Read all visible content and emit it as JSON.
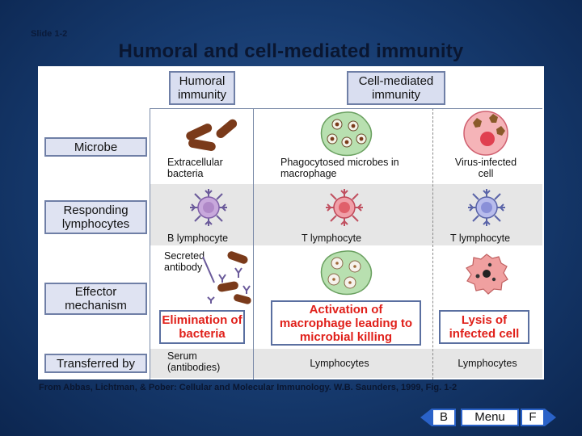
{
  "slide": {
    "label": "Slide 1-2",
    "title": "Humoral and cell-mediated immunity"
  },
  "headers": {
    "humoral": "Humoral immunity",
    "cell_mediated": "Cell-mediated immunity"
  },
  "rows": {
    "microbe": "Microbe",
    "responding": "Responding lymphocytes",
    "effector": "Effector mechanism",
    "transferred": "Transferred by"
  },
  "captions": {
    "extracellular": "Extracellular bacteria",
    "phagocytosed": "Phagocytosed microbes in macrophage",
    "virus": "Virus-infected cell",
    "b_lymph": "B lymphocyte",
    "t_lymph_1": "T lymphocyte",
    "t_lymph_2": "T lymphocyte",
    "secreted": "Secreted antibody"
  },
  "effects": {
    "elimination": "Elimination of bacteria",
    "activation": "Activation of macrophage leading to microbial killing",
    "lysis": "Lysis of infected cell"
  },
  "transfer": {
    "serum": "Serum (antibodies)",
    "lymph_1": "Lymphocytes",
    "lymph_2": "Lymphocytes"
  },
  "credit": "From Abbas, Lichtman, & Pober: Cellular and Molecular Immunology. W.B. Saunders, 1999, Fig. 1-2",
  "nav": {
    "back": "B",
    "menu": "Menu",
    "forward": "F"
  },
  "colors": {
    "effect_text": "#e0201a",
    "label_bg": "#dfe3f2",
    "bacteria": "#7a3a1a",
    "macrophage": "#b8e0b0",
    "b_cell": "#b089c8",
    "t_cell_red": "#e0606a",
    "t_cell_blue": "#8a90d8"
  }
}
